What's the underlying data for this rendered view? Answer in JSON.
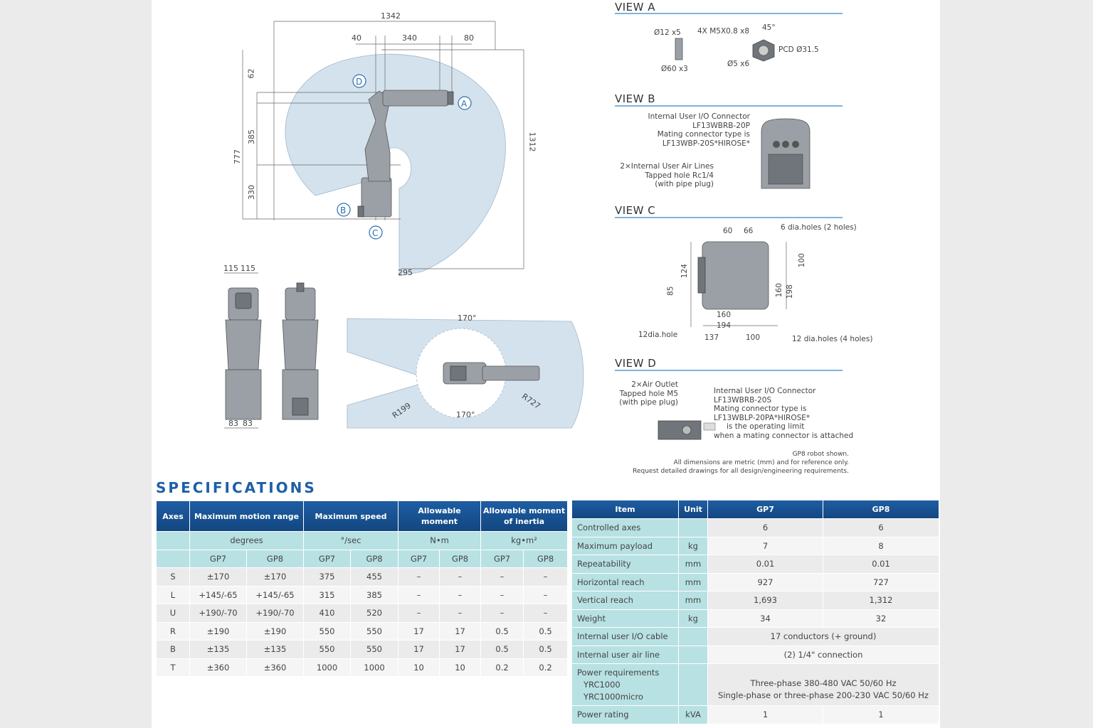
{
  "diagram": {
    "dims_side": {
      "d1342": "1342",
      "d40": "40",
      "d340": "340",
      "d80": "80",
      "d62": "62",
      "d385": "385",
      "d777": "777",
      "d330": "330",
      "d1312": "1312",
      "d295": "295"
    },
    "dims_front": {
      "d115a": "115",
      "d115b": "115",
      "d83a": "83",
      "d83b": "83"
    },
    "dims_top": {
      "a170top": "170°",
      "a170bot": "170°",
      "r199": "R199",
      "r727": "R727"
    },
    "callouts": [
      "A",
      "B",
      "C",
      "D"
    ]
  },
  "views": {
    "a": {
      "title": "VIEW A",
      "labels": {
        "d12": "Ø12 x5",
        "m5": "4X M5X0.8 x8",
        "deg45": "45°",
        "d60": "Ø60 x3",
        "d5": "Ø5 x6",
        "pcd": "PCD Ø31.5"
      }
    },
    "b": {
      "title": "VIEW B",
      "note1": [
        "Internal User I/O Connector",
        "LF13WBRB-20P",
        "Mating connector type is",
        "LF13WBP-20S*HIROSE*"
      ],
      "note2": [
        "2×Internal User Air Lines",
        "Tapped hole Rc1/4",
        "(with pipe plug)"
      ]
    },
    "c": {
      "title": "VIEW C",
      "labels": {
        "d60": "60",
        "d66": "66",
        "holes6": "6 dia.holes (2 holes)",
        "d100v": "100",
        "d124": "124",
        "d85": "85",
        "d160v": "160",
        "d198": "198",
        "d160h": "160",
        "d194": "194",
        "hole12": "12dia.hole",
        "d137": "137",
        "d100h": "100",
        "holes12": "12 dia.holes (4 holes)"
      }
    },
    "d": {
      "title": "VIEW D",
      "note1": [
        "2×Air Outlet",
        "Tapped hole M5",
        "(with pipe plug)"
      ],
      "note2": [
        "Internal User I/O Connector",
        "LF13WBRB-20S",
        "Mating connector type is",
        "LF13WBLP-20PA*HIROSE*",
        "is the operating limit",
        "when a mating connector is attached"
      ]
    },
    "footnotes": [
      "GP8 robot shown.",
      "All dimensions are metric (mm) and for reference only.",
      "Request detailed drawings for all design/engineering requirements."
    ]
  },
  "specs_title": "SPECIFICATIONS",
  "axes_table": {
    "headers": {
      "axes": "Axes",
      "range": "Maximum motion range",
      "speed": "Maximum speed",
      "moment": "Allowable moment",
      "inertia": "Allowable moment of inertia"
    },
    "units": {
      "range": "degrees",
      "speed": "°/sec",
      "moment": "N•m",
      "inertia": "kg•m²"
    },
    "models": [
      "GP7",
      "GP8",
      "GP7",
      "GP8",
      "GP7",
      "GP8",
      "GP7",
      "GP8"
    ],
    "rows": [
      [
        "S",
        "±170",
        "±170",
        "375",
        "455",
        "–",
        "–",
        "–",
        "–"
      ],
      [
        "L",
        "+145/-65",
        "+145/-65",
        "315",
        "385",
        "–",
        "–",
        "–",
        "–"
      ],
      [
        "U",
        "+190/-70",
        "+190/-70",
        "410",
        "520",
        "–",
        "–",
        "–",
        "–"
      ],
      [
        "R",
        "±190",
        "±190",
        "550",
        "550",
        "17",
        "17",
        "0.5",
        "0.5"
      ],
      [
        "B",
        "±135",
        "±135",
        "550",
        "550",
        "17",
        "17",
        "0.5",
        "0.5"
      ],
      [
        "T",
        "±360",
        "±360",
        "1000",
        "1000",
        "10",
        "10",
        "0.2",
        "0.2"
      ]
    ]
  },
  "item_table": {
    "headers": {
      "item": "Item",
      "unit": "Unit",
      "gp7": "GP7",
      "gp8": "GP8"
    },
    "rows": [
      {
        "item": "Controlled axes",
        "unit": "",
        "gp7": "6",
        "gp8": "6"
      },
      {
        "item": "Maximum payload",
        "unit": "kg",
        "gp7": "7",
        "gp8": "8"
      },
      {
        "item": "Repeatability",
        "unit": "mm",
        "gp7": "0.01",
        "gp8": "0.01"
      },
      {
        "item": "Horizontal reach",
        "unit": "mm",
        "gp7": "927",
        "gp8": "727"
      },
      {
        "item": "Vertical reach",
        "unit": "mm",
        "gp7": "1,693",
        "gp8": "1,312"
      },
      {
        "item": "Weight",
        "unit": "kg",
        "gp7": "34",
        "gp8": "32"
      }
    ],
    "io_cable": {
      "item": "Internal user I/O cable",
      "unit": "",
      "value": "17 conductors (+ ground)"
    },
    "air_line": {
      "item": "Internal user air line",
      "unit": "",
      "value": "(2) 1/4\" connection"
    },
    "power": {
      "item": "Power requirements",
      "sub1": "YRC1000",
      "sub2": "YRC1000micro",
      "unit": "",
      "val1": "Three-phase 380-480 VAC 50/60 Hz",
      "val2": "Single-phase or three-phase 200-230 VAC 50/60 Hz"
    },
    "rating": {
      "item": "Power rating",
      "unit": "kVA",
      "gp7": "1",
      "gp8": "1"
    }
  }
}
